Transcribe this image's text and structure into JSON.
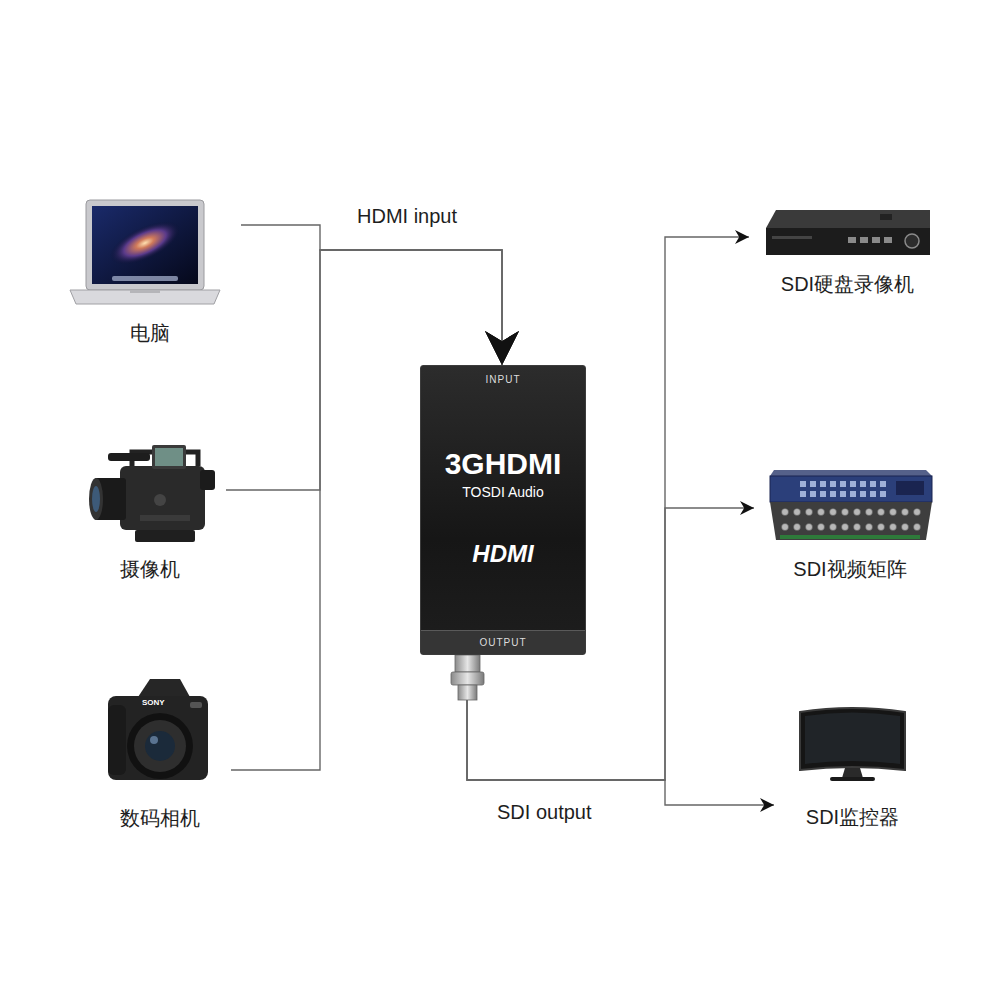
{
  "diagram": {
    "nodes": [
      {
        "text": [
          "电脑"
        ]
      },
      {
        "text": [
          "摄像机"
        ]
      },
      {
        "text": [
          "数码相机"
        ]
      },
      {
        "text": [
          "INPUT",
          "3GHDMI",
          "TOSDI Audio",
          "HDMI",
          "OUTPUT"
        ]
      },
      {
        "text": [
          "SDI硬盘录像机"
        ]
      },
      {
        "text": [
          "SDI视频矩阵"
        ]
      },
      {
        "text": [
          "SDI监控器"
        ]
      }
    ],
    "edges": [
      {
        "from": 0,
        "to": 3,
        "arrow": "to"
      },
      {
        "from": 1,
        "to": 3,
        "arrow": "to"
      },
      {
        "from": 2,
        "to": 3,
        "arrow": "to"
      },
      {
        "from": 3,
        "to": 4,
        "arrow": "to"
      },
      {
        "from": 3,
        "to": 5,
        "arrow": "to"
      },
      {
        "from": 3,
        "to": 6,
        "arrow": "to"
      }
    ],
    "labels": [
      "HDMI input",
      "SDI output",
      "SONY"
    ]
  }
}
